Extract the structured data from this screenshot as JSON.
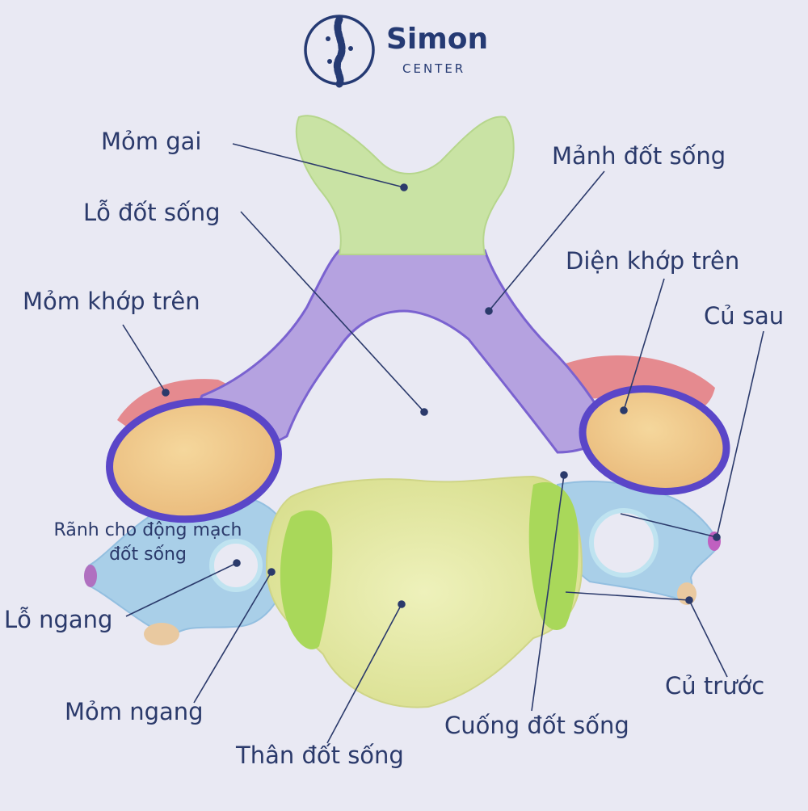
{
  "logo": {
    "name": "Simon",
    "subtitle": "CENTER"
  },
  "labels": {
    "spinous_process": "Mỏm gai",
    "lamina": "Mảnh đốt sống",
    "vertebral_foramen": "Lỗ đốt sống",
    "superior_articular_facet": "Diện khớp trên",
    "superior_articular_process": "Mỏm khớp trên",
    "posterior_tubercle": "Củ sau",
    "vertebral_artery_groove_line1": "Rãnh cho động mạch",
    "vertebral_artery_groove_line2": "đốt sống",
    "transverse_foramen": "Lỗ ngang",
    "anterior_tubercle": "Củ trước",
    "transverse_process": "Mỏm ngang",
    "pedicle": "Cuống đốt sống",
    "vertebral_body": "Thân đốt sống"
  },
  "colors": {
    "label_text": "#2b3a6b",
    "leader_line": "#2b3a6b",
    "spinous_process": "#c9e3a4",
    "lamina": "#b5a2e0",
    "superior_articular_process": "#e58a8f",
    "superior_articular_facet": "#f0c98a",
    "transverse_process": "#a9cfe8",
    "vertebral_body": "#e6ebaa",
    "pedicle": "#a9d85a"
  }
}
